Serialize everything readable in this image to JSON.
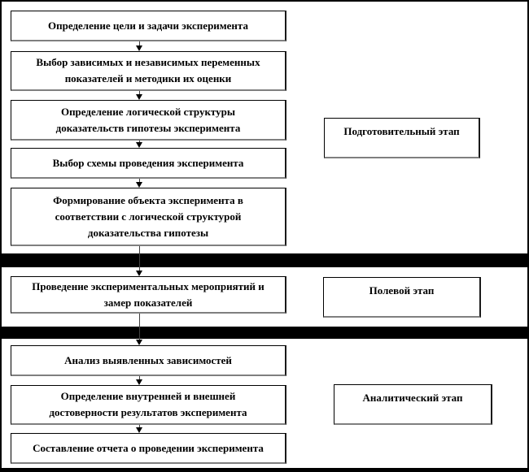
{
  "diagram": {
    "steps": [
      {
        "text": "Определение цели и задачи эксперимента"
      },
      {
        "text": "Выбор зависимых и независимых переменных\nпоказателей и методики их оценки"
      },
      {
        "text": "Определение логической структуры\nдоказательств гипотезы эксперимента"
      },
      {
        "text": "Выбор схемы проведения эксперимента"
      },
      {
        "text": "Формирование  объекта эксперимента в\nсоответствии с логической структурой\nдоказательства гипотезы"
      },
      {
        "text": "Проведение экспериментальных мероприятий и\nзамер показателей"
      },
      {
        "text": "Анализ выявленных зависимостей"
      },
      {
        "text": "Определение внутренней и внешней\nдостоверности результатов эксперимента"
      },
      {
        "text": "Составление отчета о проведении эксперимента"
      }
    ],
    "stages": [
      {
        "label": "Подготовительный этап"
      },
      {
        "label": "Полевой этап"
      },
      {
        "label": "Аналитический этап"
      }
    ],
    "colors": {
      "background": "#ffffff",
      "line": "#000000",
      "shadow": "#7f7f7f",
      "divider": "#000000",
      "text": "#000000"
    }
  }
}
